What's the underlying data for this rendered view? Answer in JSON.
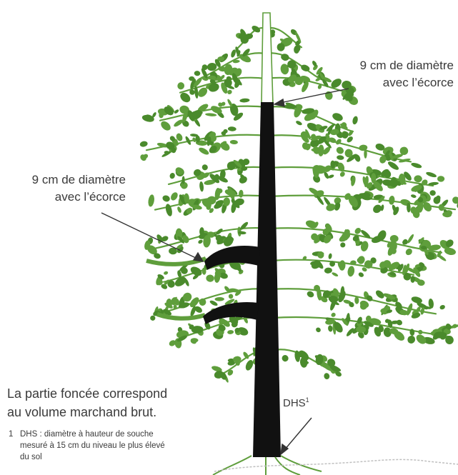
{
  "labels": {
    "top_line1": "9 cm de diamètre",
    "top_line2": "avec l’écorce",
    "left_line1": "9 cm de diamètre",
    "left_line2": "avec l’écorce",
    "dhs": "DHS",
    "dhs_sup": "1"
  },
  "caption": {
    "line1": "La partie foncée correspond",
    "line2": "au volume marchand brut."
  },
  "footnote": {
    "number": "1",
    "text": "DHS : diamètre à hauteur de souche mesuré à 15 cm du niveau le plus élevé du sol"
  },
  "colors": {
    "foliage": "#5f9e3c",
    "foliage_dark": "#4a8a2c",
    "trunk": "#111111",
    "text": "#3a3a3a"
  }
}
